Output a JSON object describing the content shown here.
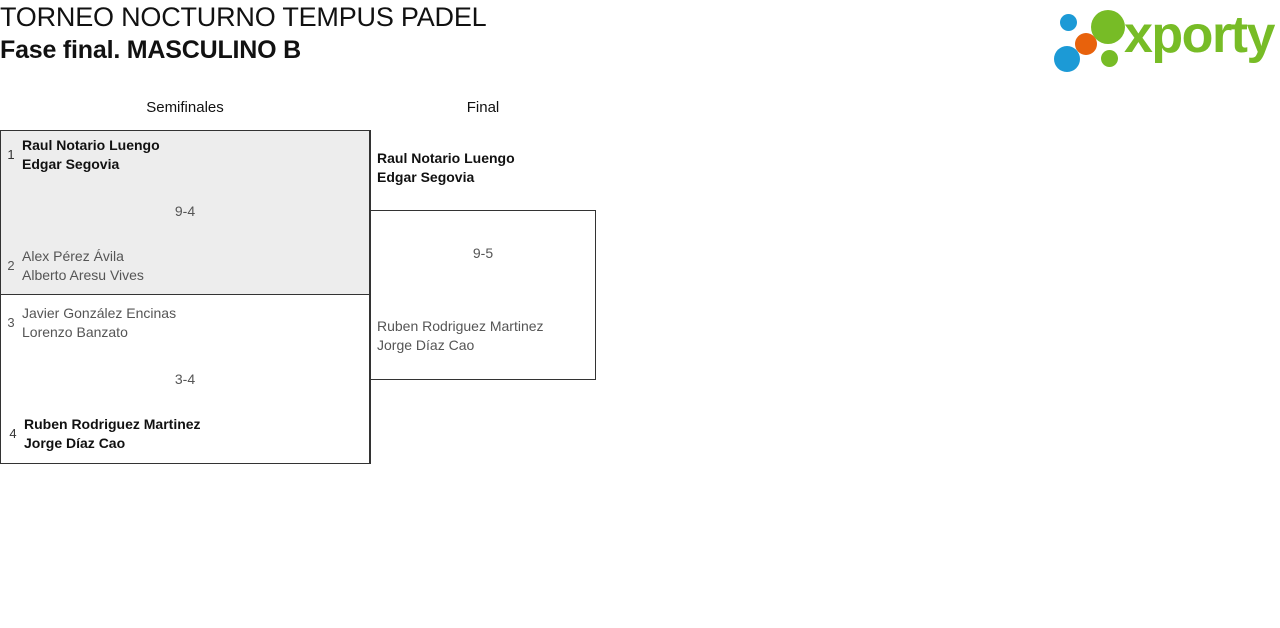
{
  "header": {
    "tournament_title": "TORNEO NOCTURNO TEMPUS PADEL",
    "subtitle": "Fase final. MASCULINO B",
    "logo": {
      "wordmark": "xporty",
      "dot_colors": [
        "#1c9ad6",
        "#e8620c",
        "#77bc26"
      ],
      "wordmark_color": "#77bc26"
    }
  },
  "bracket": {
    "rounds": [
      {
        "name": "semifinals",
        "label": "Semifinales"
      },
      {
        "name": "final",
        "label": "Final"
      }
    ],
    "matches": {
      "semifinal_1": {
        "score": "9-4",
        "top": {
          "seed": "1",
          "player1": "Raul Notario Luengo",
          "player2": "Edgar Segovia",
          "result": "winner"
        },
        "bottom": {
          "seed": "2",
          "player1": "Alex Pérez Ávila",
          "player2": "Alberto Aresu Vives",
          "result": "loser"
        }
      },
      "semifinal_2": {
        "score": "3-4",
        "top": {
          "seed": "3",
          "player1": "Javier González Encinas",
          "player2": "Lorenzo Banzato",
          "result": "loser"
        },
        "bottom": {
          "seed": "4",
          "player1": "Ruben Rodriguez Martinez",
          "player2": "Jorge Díaz Cao",
          "result": "winner"
        }
      },
      "final": {
        "score": "9-5",
        "top": {
          "player1": "Raul Notario Luengo",
          "player2": "Edgar Segovia",
          "result": "winner"
        },
        "bottom": {
          "player1": "Ruben Rodriguez Martinez",
          "player2": "Jorge Díaz Cao",
          "result": "loser"
        }
      }
    }
  },
  "colors": {
    "highlight_box": "#ededed",
    "border": "#333333",
    "winner_text": "#111111",
    "loser_text": "#555555"
  }
}
